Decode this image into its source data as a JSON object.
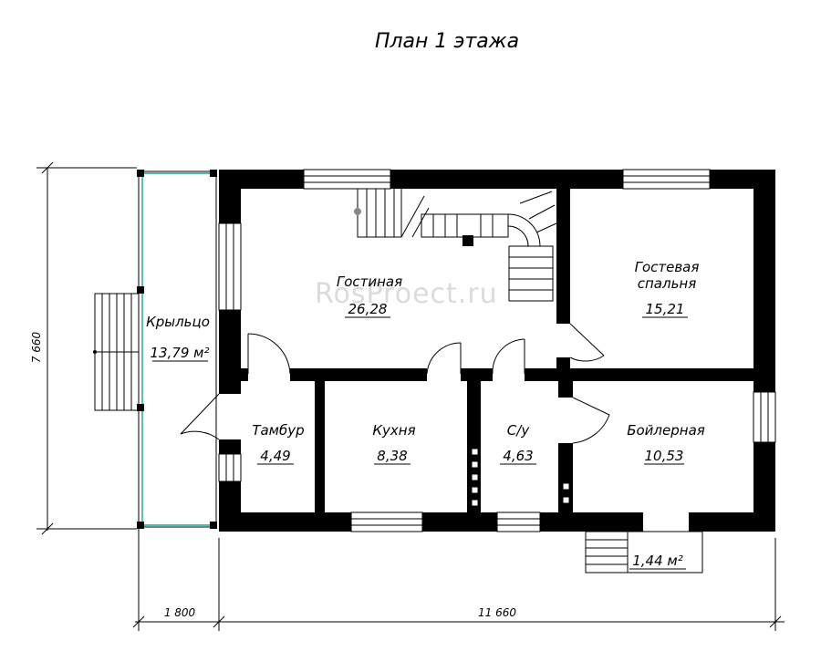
{
  "title": "План 1 этажа",
  "watermark": "RosProect.ru",
  "rooms": {
    "porch": {
      "name": "Крыльцо",
      "area": "13,79 м²"
    },
    "living": {
      "name": "Гостиная",
      "area": "26,28"
    },
    "guest_bedroom": {
      "name_line1": "Гостевая",
      "name_line2": "спальня",
      "area": "15,21"
    },
    "vestibule": {
      "name": "Тамбур",
      "area": "4,49"
    },
    "kitchen": {
      "name": "Кухня",
      "area": "8,38"
    },
    "bathroom": {
      "name": "С/у",
      "area": "4,63"
    },
    "boiler": {
      "name": "Бойлерная",
      "area": "10,53"
    },
    "small_porch": {
      "area": "1,44 м²"
    }
  },
  "dimensions": {
    "height": "7 660",
    "porch_width": "1 800",
    "house_width": "11 660"
  }
}
